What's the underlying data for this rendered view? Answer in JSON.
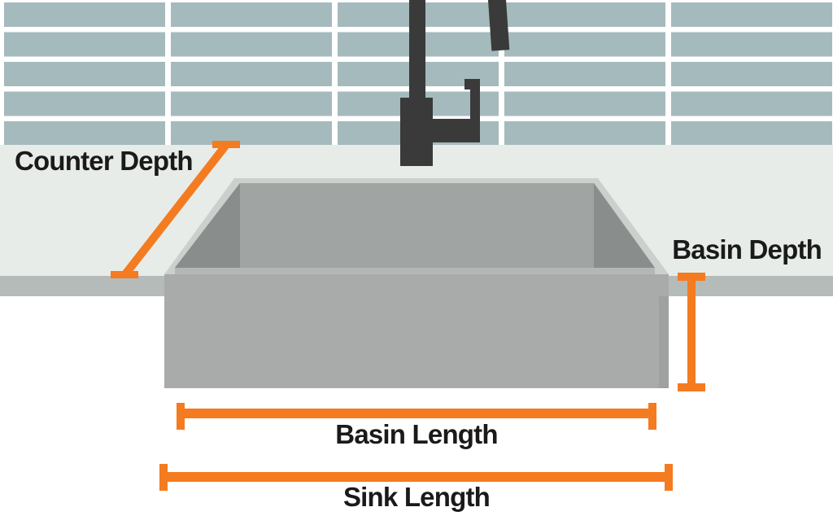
{
  "diagram": {
    "title": "Kitchen sink measurement diagram",
    "scene": "Farmhouse sink under a tiled backsplash with faucet; orange dimension lines"
  },
  "labels": {
    "counter_depth": "Counter Depth",
    "basin_depth": "Basin Depth",
    "basin_length": "Basin Length",
    "sink_length": "Sink Length"
  },
  "icons": {
    "faucet": "faucet-icon",
    "dimension_lines": [
      "counter-depth-line",
      "basin-depth-line",
      "basin-length-line",
      "sink-length-line"
    ]
  },
  "colors": {
    "tile": "#a5babc",
    "grout": "#ffffff",
    "counter_top": "#e8ece8",
    "counter_edge": "#b5bbb8",
    "sink_body": "#a8abaa",
    "sink_rim": "#ccd0cd",
    "basin_back_wall": "#a0a4a2",
    "basin_side_wall": "#898d8b",
    "basin_front_rim": "#b3b7b5",
    "sink_side_shade": "#9ea19f",
    "faucet": "#3a3a3a",
    "accent_orange": "#f47b20",
    "label_text": "#1a1a1a",
    "background": "#ffffff"
  }
}
